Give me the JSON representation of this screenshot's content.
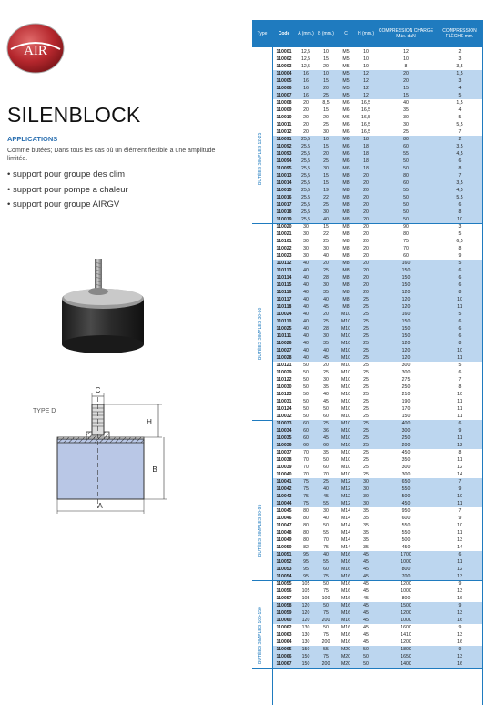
{
  "brand": {
    "logo_text": "AIR",
    "logo_color": "#b5272d"
  },
  "product": {
    "title": "SILENBLOCK",
    "applications_label": "APPLICATIONS",
    "description": "Comme butées; Dans tous les cas où un élément flexible a une amplitude limitée.",
    "bullets": [
      "• support pour groupe des clim",
      "• support pour pompe a chaleur",
      "• support pour groupe AIRGV"
    ]
  },
  "diagram": {
    "type_label": "TYPE D",
    "labels": {
      "c": "C",
      "h": "H",
      "b": "B",
      "a": "A"
    }
  },
  "table": {
    "header_color": "#1f7bbf",
    "highlight_color": "#bcd6ef",
    "headers": {
      "type": "Type",
      "code": "Code",
      "a": "A (mm.)",
      "b": "B (mm.)",
      "c": "C",
      "h": "H (mm.)",
      "compression_charge": "COMPRESSION CHARGE Máx. daN",
      "compression_fleche": "COMPRESSION FLÈCHE mm."
    },
    "groups": [
      {
        "label": "BUTÉES SIMPLES 12-25",
        "rows": [
          [
            "110001",
            "12,5",
            "10",
            "M5",
            "10",
            "12",
            "2",
            0
          ],
          [
            "110002",
            "12,5",
            "15",
            "M5",
            "10",
            "10",
            "3",
            0
          ],
          [
            "110003",
            "12,5",
            "20",
            "M5",
            "10",
            "8",
            "3,5",
            0
          ],
          [
            "110004",
            "16",
            "10",
            "M5",
            "12",
            "20",
            "1,5",
            1
          ],
          [
            "110005",
            "16",
            "15",
            "M5",
            "12",
            "20",
            "3",
            1
          ],
          [
            "110006",
            "16",
            "20",
            "M5",
            "12",
            "15",
            "4",
            1
          ],
          [
            "110007",
            "16",
            "25",
            "M5",
            "12",
            "15",
            "5",
            1
          ],
          [
            "110008",
            "20",
            "8,5",
            "M6",
            "16,5",
            "40",
            "1,5",
            0
          ],
          [
            "110009",
            "20",
            "15",
            "M6",
            "16,5",
            "35",
            "4",
            0
          ],
          [
            "110010",
            "20",
            "20",
            "M6",
            "16,5",
            "30",
            "5",
            0
          ],
          [
            "110011",
            "20",
            "25",
            "M6",
            "16,5",
            "30",
            "5,5",
            0
          ],
          [
            "110012",
            "20",
            "30",
            "M6",
            "16,5",
            "25",
            "7",
            0
          ],
          [
            "110091",
            "25,5",
            "10",
            "M6",
            "18",
            "80",
            "2",
            1
          ],
          [
            "110092",
            "25,5",
            "15",
            "M6",
            "18",
            "60",
            "3,5",
            1
          ],
          [
            "110093",
            "25,5",
            "20",
            "M6",
            "18",
            "55",
            "4,5",
            1
          ],
          [
            "110094",
            "25,5",
            "25",
            "M6",
            "18",
            "50",
            "6",
            1
          ],
          [
            "110095",
            "25,5",
            "30",
            "M6",
            "18",
            "50",
            "8",
            1
          ],
          [
            "110013",
            "25,5",
            "15",
            "M8",
            "20",
            "80",
            "7",
            1
          ],
          [
            "110014",
            "25,5",
            "15",
            "M8",
            "20",
            "60",
            "3,5",
            1
          ],
          [
            "110015",
            "25,5",
            "19",
            "M8",
            "20",
            "55",
            "4,5",
            1
          ],
          [
            "110016",
            "25,5",
            "22",
            "M8",
            "20",
            "50",
            "5,5",
            1
          ],
          [
            "110017",
            "25,5",
            "25",
            "M8",
            "20",
            "50",
            "6",
            1
          ],
          [
            "110018",
            "25,5",
            "30",
            "M8",
            "20",
            "50",
            "8",
            1
          ],
          [
            "110019",
            "25,5",
            "40",
            "M8",
            "20",
            "50",
            "10",
            1
          ]
        ]
      },
      {
        "label": "BUTÉES SIMPLES 30-50",
        "rows": [
          [
            "110020",
            "30",
            "15",
            "M8",
            "20",
            "90",
            "3",
            0
          ],
          [
            "110021",
            "30",
            "22",
            "M8",
            "20",
            "80",
            "5",
            0
          ],
          [
            "110101",
            "30",
            "25",
            "M8",
            "20",
            "75",
            "6,5",
            0
          ],
          [
            "110022",
            "30",
            "30",
            "M8",
            "20",
            "70",
            "8",
            0
          ],
          [
            "110023",
            "30",
            "40",
            "M8",
            "20",
            "60",
            "9",
            0
          ],
          [
            "110112",
            "40",
            "20",
            "M8",
            "20",
            "160",
            "5",
            1
          ],
          [
            "110113",
            "40",
            "25",
            "M8",
            "20",
            "150",
            "6",
            1
          ],
          [
            "110114",
            "40",
            "28",
            "M8",
            "20",
            "150",
            "6",
            1
          ],
          [
            "110115",
            "40",
            "30",
            "M8",
            "20",
            "150",
            "6",
            1
          ],
          [
            "110116",
            "40",
            "35",
            "M8",
            "20",
            "120",
            "8",
            1
          ],
          [
            "110117",
            "40",
            "40",
            "M8",
            "25",
            "120",
            "10",
            1
          ],
          [
            "110118",
            "40",
            "45",
            "M8",
            "25",
            "120",
            "11",
            1
          ],
          [
            "110024",
            "40",
            "20",
            "M10",
            "25",
            "160",
            "5",
            1
          ],
          [
            "110110",
            "40",
            "25",
            "M10",
            "25",
            "150",
            "6",
            1
          ],
          [
            "110025",
            "40",
            "28",
            "M10",
            "25",
            "150",
            "6",
            1
          ],
          [
            "110111",
            "40",
            "30",
            "M10",
            "25",
            "150",
            "6",
            1
          ],
          [
            "110026",
            "40",
            "35",
            "M10",
            "25",
            "120",
            "8",
            1
          ],
          [
            "110027",
            "40",
            "40",
            "M10",
            "25",
            "120",
            "10",
            1
          ],
          [
            "110028",
            "40",
            "45",
            "M10",
            "25",
            "120",
            "11",
            1
          ],
          [
            "110121",
            "50",
            "20",
            "M10",
            "25",
            "300",
            "5",
            0
          ],
          [
            "110029",
            "50",
            "25",
            "M10",
            "25",
            "300",
            "6",
            0
          ],
          [
            "110122",
            "50",
            "30",
            "M10",
            "25",
            "275",
            "7",
            0
          ],
          [
            "110030",
            "50",
            "35",
            "M10",
            "25",
            "250",
            "8",
            0
          ],
          [
            "110123",
            "50",
            "40",
            "M10",
            "25",
            "210",
            "10",
            0
          ],
          [
            "110031",
            "50",
            "45",
            "M10",
            "25",
            "190",
            "11",
            0
          ],
          [
            "110124",
            "50",
            "50",
            "M10",
            "25",
            "170",
            "11",
            0
          ],
          [
            "110032",
            "50",
            "60",
            "M10",
            "25",
            "150",
            "11",
            0
          ]
        ]
      },
      {
        "label": "BUTÉES SIMPLES 60-95",
        "rows": [
          [
            "110033",
            "60",
            "25",
            "M10",
            "25",
            "400",
            "6",
            1
          ],
          [
            "110034",
            "60",
            "36",
            "M10",
            "25",
            "300",
            "9",
            1
          ],
          [
            "110035",
            "60",
            "45",
            "M10",
            "25",
            "250",
            "11",
            1
          ],
          [
            "110036",
            "60",
            "60",
            "M10",
            "25",
            "200",
            "12",
            1
          ],
          [
            "110037",
            "70",
            "35",
            "M10",
            "25",
            "450",
            "8",
            0
          ],
          [
            "110038",
            "70",
            "50",
            "M10",
            "25",
            "350",
            "11",
            0
          ],
          [
            "110039",
            "70",
            "60",
            "M10",
            "25",
            "300",
            "12",
            0
          ],
          [
            "110040",
            "70",
            "70",
            "M10",
            "25",
            "300",
            "14",
            0
          ],
          [
            "110041",
            "75",
            "25",
            "M12",
            "30",
            "650",
            "7",
            1
          ],
          [
            "110042",
            "75",
            "40",
            "M12",
            "30",
            "550",
            "9",
            1
          ],
          [
            "110043",
            "75",
            "45",
            "M12",
            "30",
            "500",
            "10",
            1
          ],
          [
            "110044",
            "75",
            "55",
            "M12",
            "30",
            "450",
            "11",
            1
          ],
          [
            "110045",
            "80",
            "30",
            "M14",
            "35",
            "950",
            "7",
            0
          ],
          [
            "110046",
            "80",
            "40",
            "M14",
            "35",
            "600",
            "9",
            0
          ],
          [
            "110047",
            "80",
            "50",
            "M14",
            "35",
            "550",
            "10",
            0
          ],
          [
            "110048",
            "80",
            "55",
            "M14",
            "35",
            "550",
            "11",
            0
          ],
          [
            "110049",
            "80",
            "70",
            "M14",
            "35",
            "500",
            "13",
            0
          ],
          [
            "110050",
            "82",
            "75",
            "M14",
            "35",
            "450",
            "14",
            0
          ],
          [
            "110051",
            "95",
            "40",
            "M16",
            "45",
            "1700",
            "6",
            1
          ],
          [
            "110052",
            "95",
            "55",
            "M16",
            "45",
            "1000",
            "11",
            1
          ],
          [
            "110053",
            "95",
            "60",
            "M16",
            "45",
            "800",
            "12",
            1
          ],
          [
            "110054",
            "95",
            "75",
            "M16",
            "45",
            "700",
            "13",
            1
          ]
        ]
      },
      {
        "label": "BUTÉES SIMPLES 105-150",
        "rows": [
          [
            "110055",
            "105",
            "50",
            "M16",
            "45",
            "1200",
            "9",
            0
          ],
          [
            "110056",
            "105",
            "75",
            "M16",
            "45",
            "1000",
            "13",
            0
          ],
          [
            "110057",
            "105",
            "100",
            "M16",
            "45",
            "800",
            "16",
            0
          ],
          [
            "110058",
            "120",
            "50",
            "M16",
            "45",
            "1500",
            "9",
            1
          ],
          [
            "110059",
            "120",
            "75",
            "M16",
            "45",
            "1200",
            "13",
            1
          ],
          [
            "110060",
            "120",
            "200",
            "M16",
            "45",
            "1000",
            "16",
            1
          ],
          [
            "110062",
            "130",
            "50",
            "M16",
            "45",
            "1600",
            "9",
            0
          ],
          [
            "110063",
            "130",
            "75",
            "M16",
            "45",
            "1410",
            "13",
            0
          ],
          [
            "110064",
            "130",
            "200",
            "M16",
            "45",
            "1200",
            "16",
            0
          ],
          [
            "110065",
            "150",
            "55",
            "M20",
            "50",
            "1800",
            "9",
            1
          ],
          [
            "110066",
            "150",
            "75",
            "M20",
            "50",
            "1650",
            "13",
            1
          ],
          [
            "110067",
            "150",
            "200",
            "M20",
            "50",
            "1400",
            "16",
            1
          ]
        ]
      }
    ]
  }
}
